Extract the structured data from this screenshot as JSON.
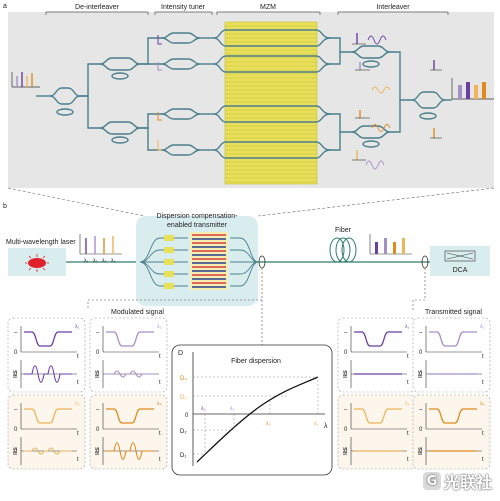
{
  "panel_a": {
    "letter": "a",
    "sections": [
      "De-interleaver",
      "Intensity tuner",
      "MZM",
      "Interleaver"
    ]
  },
  "panel_b": {
    "letter": "b",
    "laser_label": "Multi-wavelength laser",
    "transmitter_label_line1": "Dispersion compensation-",
    "transmitter_label_line2": "enabled transmitter",
    "fiber_label": "Fiber",
    "dca_label": "DCA",
    "lambda_labels": [
      "λ₁",
      "λ₂",
      "λ₃",
      "λ₄"
    ],
    "modulated_label": "Modulated signal",
    "transmitted_label": "Transmitted signal",
    "dispersion_title": "Fiber dispersion",
    "axis_d": "D",
    "axis_lambda": "λ",
    "axis_t": "t",
    "axis_ifs": "IFS",
    "tick_zero": "0",
    "tick_minus": "–",
    "d_levels": [
      "D₄",
      "D₃",
      "D₂",
      "D₁"
    ],
    "lambda_small": [
      "λ₁",
      "λ₂",
      "λ₃",
      "λ₄"
    ]
  },
  "colors": {
    "purple": "#6b3fa0",
    "light_purple": "#a58fc9",
    "orange": "#e08a1e",
    "light_orange": "#f0b45a",
    "waveguide": "#4a7f8c",
    "mzm_yellow": "#e8df5a",
    "laser_red": "#e0202a",
    "panel_bg": "#e6e6e6"
  },
  "watermark": {
    "text": "光联社",
    "badge": "G"
  }
}
